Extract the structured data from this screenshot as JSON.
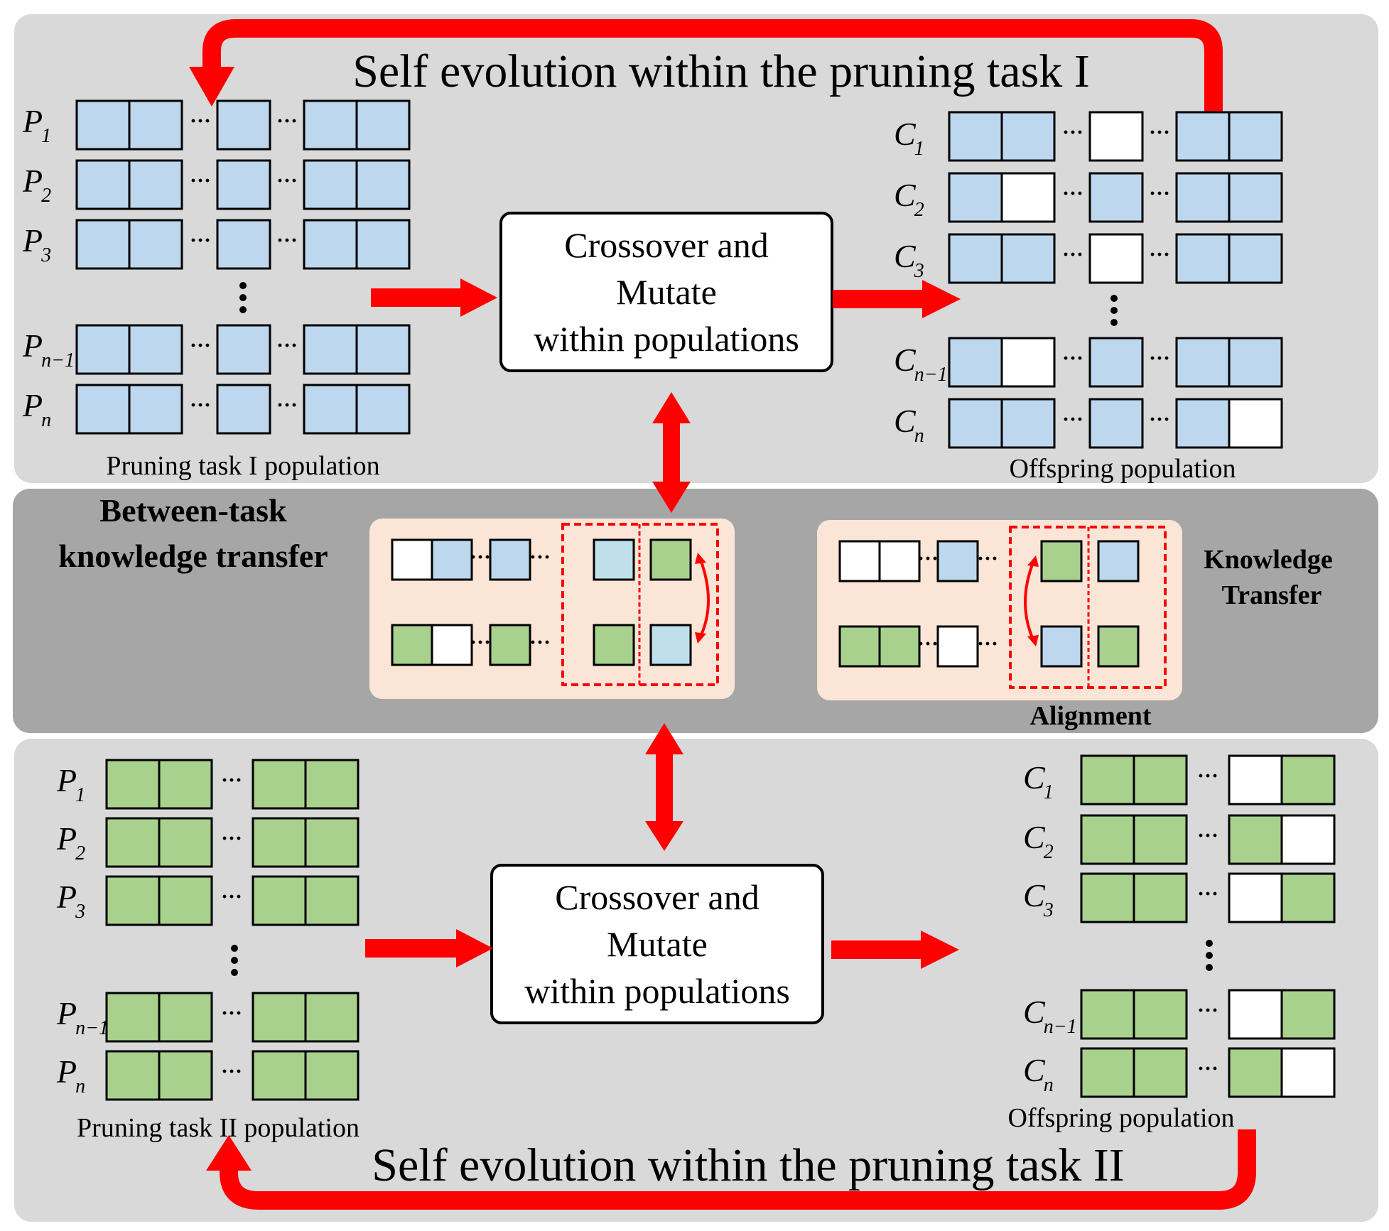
{
  "colors": {
    "panel": "#d9d9d9",
    "middle_band": "#a6a6a6",
    "transfer_box": "#fbe5d6",
    "blue": "#bdd7ee",
    "blue_light": "#bfe0ea",
    "green": "#a9d18e",
    "white": "#ffffff",
    "arrow": "#ff0000",
    "outline": "#000000"
  },
  "top": {
    "title": "Self evolution within the pruning task I",
    "process_lines": [
      "Crossover and",
      "Mutate",
      "within populations"
    ],
    "population_caption": "Pruning task I population",
    "offspring_caption": "Offspring population",
    "parent_labels": [
      {
        "letter": "P",
        "sub": "1"
      },
      {
        "letter": "P",
        "sub": "2"
      },
      {
        "letter": "P",
        "sub": "3"
      },
      {
        "letter": "P",
        "sub": "n−1"
      },
      {
        "letter": "P",
        "sub": "n"
      }
    ],
    "child_labels": [
      {
        "letter": "C",
        "sub": "1"
      },
      {
        "letter": "C",
        "sub": "2"
      },
      {
        "letter": "C",
        "sub": "3"
      },
      {
        "letter": "C",
        "sub": "n−1"
      },
      {
        "letter": "C",
        "sub": "n"
      }
    ],
    "offspring_pattern": [
      [
        "blue",
        "blue",
        "white",
        "blue",
        "blue"
      ],
      [
        "blue",
        "white",
        "blue",
        "blue",
        "blue"
      ],
      [
        "blue",
        "blue",
        "white",
        "blue",
        "blue"
      ],
      [
        "blue",
        "white",
        "blue",
        "blue",
        "blue"
      ],
      [
        "blue",
        "blue",
        "blue",
        "blue",
        "white"
      ]
    ]
  },
  "middle": {
    "title_lines": [
      "Between-task",
      "knowledge transfer"
    ],
    "knowledge_transfer_lines": [
      "Knowledge",
      "Transfer"
    ],
    "alignment_label": "Alignment",
    "box1_row1": [
      "white",
      "blue",
      "blue",
      "blue_light",
      "green"
    ],
    "box1_row2": [
      "green",
      "white",
      "green",
      "green",
      "blue_light"
    ],
    "box2_row1": [
      "white",
      "white",
      "blue",
      "green",
      "blue"
    ],
    "box2_row2": [
      "green",
      "green",
      "white",
      "blue",
      "green"
    ]
  },
  "bottom": {
    "title": "Self evolution within the pruning task II",
    "process_lines": [
      "Crossover and",
      "Mutate",
      "within populations"
    ],
    "population_caption": "Pruning task II population",
    "offspring_caption": "Offspring population",
    "parent_labels": [
      {
        "letter": "P",
        "sub": "1"
      },
      {
        "letter": "P",
        "sub": "2"
      },
      {
        "letter": "P",
        "sub": "3"
      },
      {
        "letter": "P",
        "sub": "n−1"
      },
      {
        "letter": "P",
        "sub": "n"
      }
    ],
    "child_labels": [
      {
        "letter": "C",
        "sub": "1"
      },
      {
        "letter": "C",
        "sub": "2"
      },
      {
        "letter": "C",
        "sub": "3"
      },
      {
        "letter": "C",
        "sub": "n−1"
      },
      {
        "letter": "C",
        "sub": "n"
      }
    ],
    "offspring_pattern": [
      [
        "green",
        "green",
        "white",
        "green"
      ],
      [
        "green",
        "green",
        "green",
        "white"
      ],
      [
        "green",
        "green",
        "white",
        "green"
      ],
      [
        "green",
        "green",
        "white",
        "green"
      ],
      [
        "green",
        "green",
        "green",
        "white"
      ]
    ]
  },
  "dots": "···"
}
